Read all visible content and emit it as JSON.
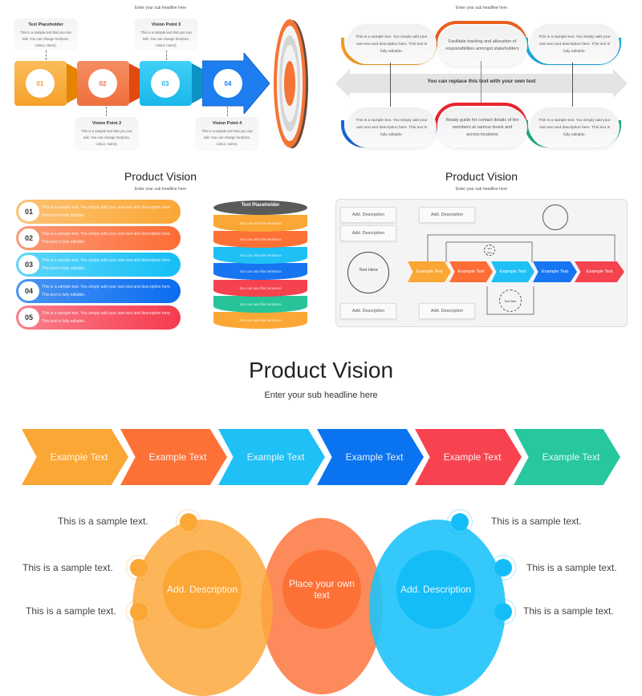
{
  "slides": {
    "s1": {
      "subtitle": "Enter your sub headline here",
      "callouts": [
        {
          "heading": "Text Placeholder",
          "body": "This is a sample text that you can edit. You can change font(size, colour, name),"
        },
        {
          "heading": "Vision Point 2",
          "body": "This is a sample text that you can edit. You can change font(size, colour, name),"
        },
        {
          "heading": "Vision Point 3",
          "body": "This is a sample text that you can edit. You can change font(size, colour, name),"
        },
        {
          "heading": "Vision Point 4",
          "body": "This is a sample text that you can edit. You can change font(size, colour, name),"
        }
      ],
      "steps": [
        "01",
        "02",
        "03",
        "04"
      ],
      "colors": [
        "#f7a83a",
        "#f07b4a",
        "#29c3f0",
        "#1e7ef0"
      ],
      "target_color": "#f47535"
    },
    "s2": {
      "subtitle": "Enter your sub headline here",
      "arrow_text": "You can replace this text with your own text",
      "top_boxes": [
        "This is a sample text. You simply add your own text and description here. This text is fully editable.",
        "Facilitate tracking and allocation of responsibilities amongst stakeholders",
        "This is a sample text. You simply add your own text and description here. This text is fully editable."
      ],
      "bottom_boxes": [
        "This is a sample text. You simply add your own text and description here. This text is fully editable.",
        "Ready guide for contact details of the members at various levels and across locations",
        "This is a sample text. You simply add your own text and description here. This text is fully editable."
      ],
      "colors": {
        "top": [
          "#f29a1f",
          "#e8601c",
          "#1aa9e0"
        ],
        "bottom": [
          "#1565d8",
          "#e8242f",
          "#1fa883"
        ]
      }
    },
    "s3": {
      "title": "Product Vision",
      "subtitle": "Enter your sub headline here",
      "items": [
        {
          "num": "01",
          "text": "This is a sample text. You simply add your own text and description here. This text is fully editable.",
          "color": "#fbb040"
        },
        {
          "num": "02",
          "text": "This is a sample text. You simply add your own text and description here. This text is fully editable.",
          "color": "#f8764a"
        },
        {
          "num": "03",
          "text": "This is a sample text. You simply add your own text and description here. This text is fully editable.",
          "color": "#2ec7f5"
        },
        {
          "num": "04",
          "text": "This is a sample text. You simply add your own text and description here. This text is fully editable.",
          "color": "#1a76f0"
        },
        {
          "num": "05",
          "text": "This is a sample text. You simply add your own text and description here. This text is fully editable.",
          "color": "#f64a5c"
        }
      ],
      "cylinder_title": "Text Placeholder",
      "layers": [
        {
          "text": "You can use this sentence",
          "color": "#fba735"
        },
        {
          "text": "You can use this sentence",
          "color": "#fd7137"
        },
        {
          "text": "You can use this sentence",
          "color": "#1ec0f5"
        },
        {
          "text": "You can use this sentence",
          "color": "#1775f1"
        },
        {
          "text": "You can use this sentence",
          "color": "#f4424f"
        },
        {
          "text": "You can use this sentence",
          "color": "#27c49a"
        },
        {
          "text": "You can use this sentence",
          "color": "#fba735"
        }
      ]
    },
    "s4": {
      "title": "Product Vision",
      "subtitle": "Enter your sub headline here",
      "desc_boxes": [
        "Add. Description",
        "Add. Description",
        "Add. Description",
        "Add. Description",
        "Add. Description"
      ],
      "cycle_big": "Text Here",
      "cycle_small_top": "Text Here",
      "cycle_small_bottom": "Text Here",
      "chevrons": [
        {
          "text": "Example Text",
          "color": "#fba735"
        },
        {
          "text": "Example Text",
          "color": "#fd6d35"
        },
        {
          "text": "Example Text",
          "color": "#1ec0f5"
        },
        {
          "text": "Example Text",
          "color": "#1775f1"
        },
        {
          "text": "Example Text",
          "color": "#f4424f"
        }
      ]
    },
    "s5": {
      "title": "Product Vision",
      "subtitle": "Enter your sub headline here",
      "chevrons": [
        {
          "text": "Example Text",
          "color": "#fba735"
        },
        {
          "text": "Example Text",
          "color": "#fd7137"
        },
        {
          "text": "Example Text",
          "color": "#1ec0f5"
        },
        {
          "text": "Example Text",
          "color": "#0a74f0"
        },
        {
          "text": "Example Text",
          "color": "#f74350"
        },
        {
          "text": "Example Text",
          "color": "#27c7a0"
        }
      ],
      "left_circle": "Add. Description",
      "center_circle": "Place your own text",
      "right_circle": "Add. Description",
      "left_points": [
        "This is a sample text.",
        "This is a sample text.",
        "This is a sample text."
      ],
      "right_points": [
        "This is a sample text.",
        "This is a sample text.",
        "This is a sample text."
      ]
    }
  }
}
